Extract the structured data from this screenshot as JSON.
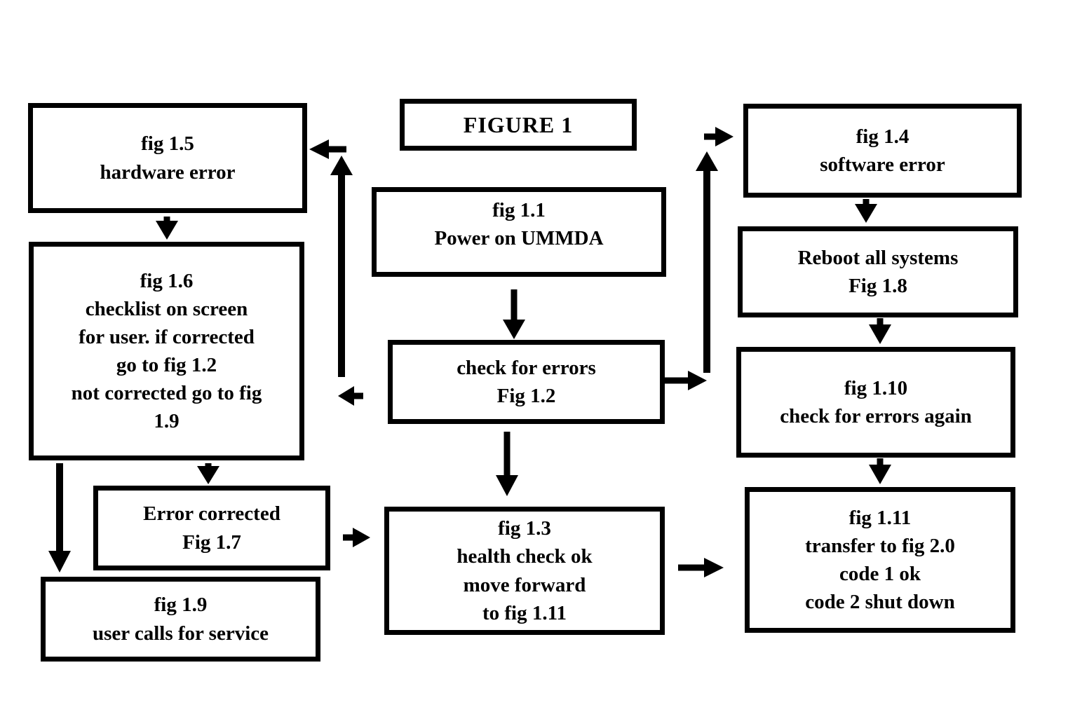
{
  "figure": {
    "title": "FIGURE 1"
  },
  "nodes": {
    "fig_1_1": {
      "label": "fig 1.1\nPower on UMMDA"
    },
    "fig_1_2": {
      "label": "check for errors\nFig 1.2"
    },
    "fig_1_3": {
      "label": "fig 1.3\nhealth check ok\nmove forward\nto fig 1.11"
    },
    "fig_1_4": {
      "label": "fig 1.4\nsoftware error"
    },
    "fig_1_5": {
      "label": "fig 1.5\nhardware error"
    },
    "fig_1_6": {
      "label": "fig 1.6\nchecklist on screen\nfor user. if corrected\ngo to fig 1.2\nnot corrected go to fig\n1.9"
    },
    "fig_1_7": {
      "label": "Error corrected\nFig 1.7"
    },
    "fig_1_8": {
      "label": "Reboot all systems\nFig 1.8"
    },
    "fig_1_9": {
      "label": "fig 1.9\nuser calls for service"
    },
    "fig_1_10": {
      "label": "fig 1.10\ncheck for errors again"
    },
    "fig_1_11": {
      "label": "fig 1.11\ntransfer to fig 2.0\ncode 1 ok\ncode 2 shut down"
    }
  },
  "edges": [
    {
      "from": "fig_1_1",
      "to": "fig_1_2"
    },
    {
      "from": "fig_1_2",
      "to": "fig_1_5"
    },
    {
      "from": "fig_1_2",
      "to": "fig_1_4"
    },
    {
      "from": "fig_1_2",
      "to": "fig_1_3"
    },
    {
      "from": "fig_1_5",
      "to": "fig_1_6"
    },
    {
      "from": "fig_1_6",
      "to": "fig_1_7"
    },
    {
      "from": "fig_1_6",
      "to": "fig_1_9"
    },
    {
      "from": "fig_1_7",
      "to": "fig_1_3"
    },
    {
      "from": "fig_1_3",
      "to": "fig_1_11"
    },
    {
      "from": "fig_1_4",
      "to": "fig_1_8"
    },
    {
      "from": "fig_1_8",
      "to": "fig_1_10"
    },
    {
      "from": "fig_1_10",
      "to": "fig_1_11"
    }
  ],
  "colors": {
    "ink": "#000000",
    "background": "#ffffff"
  }
}
